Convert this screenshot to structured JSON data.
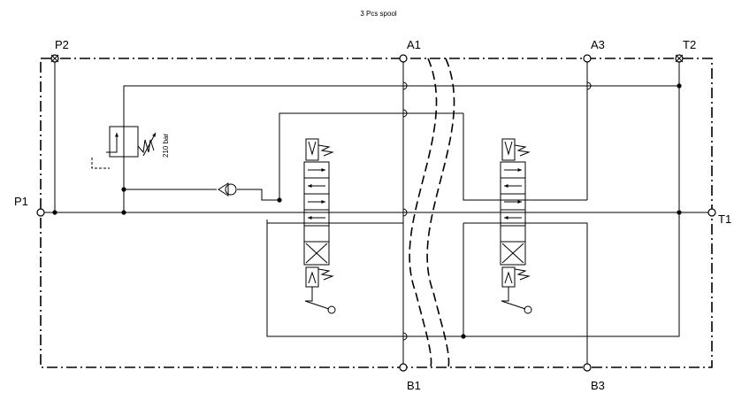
{
  "diagram": {
    "title": "3 Pcs spool",
    "ports": {
      "p1": "P1",
      "p2": "P2",
      "t1": "T1",
      "t2": "T2",
      "a1": "A1",
      "a3": "A3",
      "b1": "B1",
      "b3": "B3"
    },
    "relief_pressure": "210 bar"
  }
}
